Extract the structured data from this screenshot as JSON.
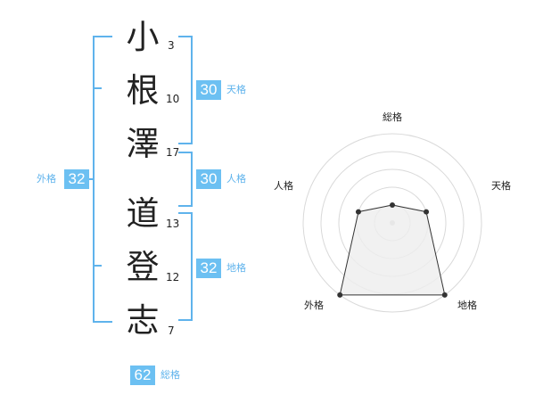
{
  "name": {
    "chars": [
      {
        "char": "小",
        "strokes": "3"
      },
      {
        "char": "根",
        "strokes": "10"
      },
      {
        "char": "澤",
        "strokes": "17"
      },
      {
        "char": "道",
        "strokes": "13"
      },
      {
        "char": "登",
        "strokes": "12"
      },
      {
        "char": "志",
        "strokes": "7"
      }
    ]
  },
  "scores": {
    "tenkaku": {
      "value": "30",
      "label": "天格"
    },
    "jinkaku": {
      "value": "30",
      "label": "人格"
    },
    "chikaku": {
      "value": "32",
      "label": "地格"
    },
    "gaikaku": {
      "value": "32",
      "label": "外格"
    },
    "soukaku": {
      "value": "62",
      "label": "総格"
    }
  },
  "chart_data": {
    "type": "radar",
    "axes": [
      "総格",
      "天格",
      "地格",
      "外格",
      "人格"
    ],
    "values": [
      1,
      2,
      5,
      5,
      2
    ],
    "max": 5,
    "rings": 5,
    "colors": {
      "accent": "#6cc0f2",
      "line": "#5fb3ec",
      "fill": "#eeeeee",
      "point": "#333333"
    }
  }
}
